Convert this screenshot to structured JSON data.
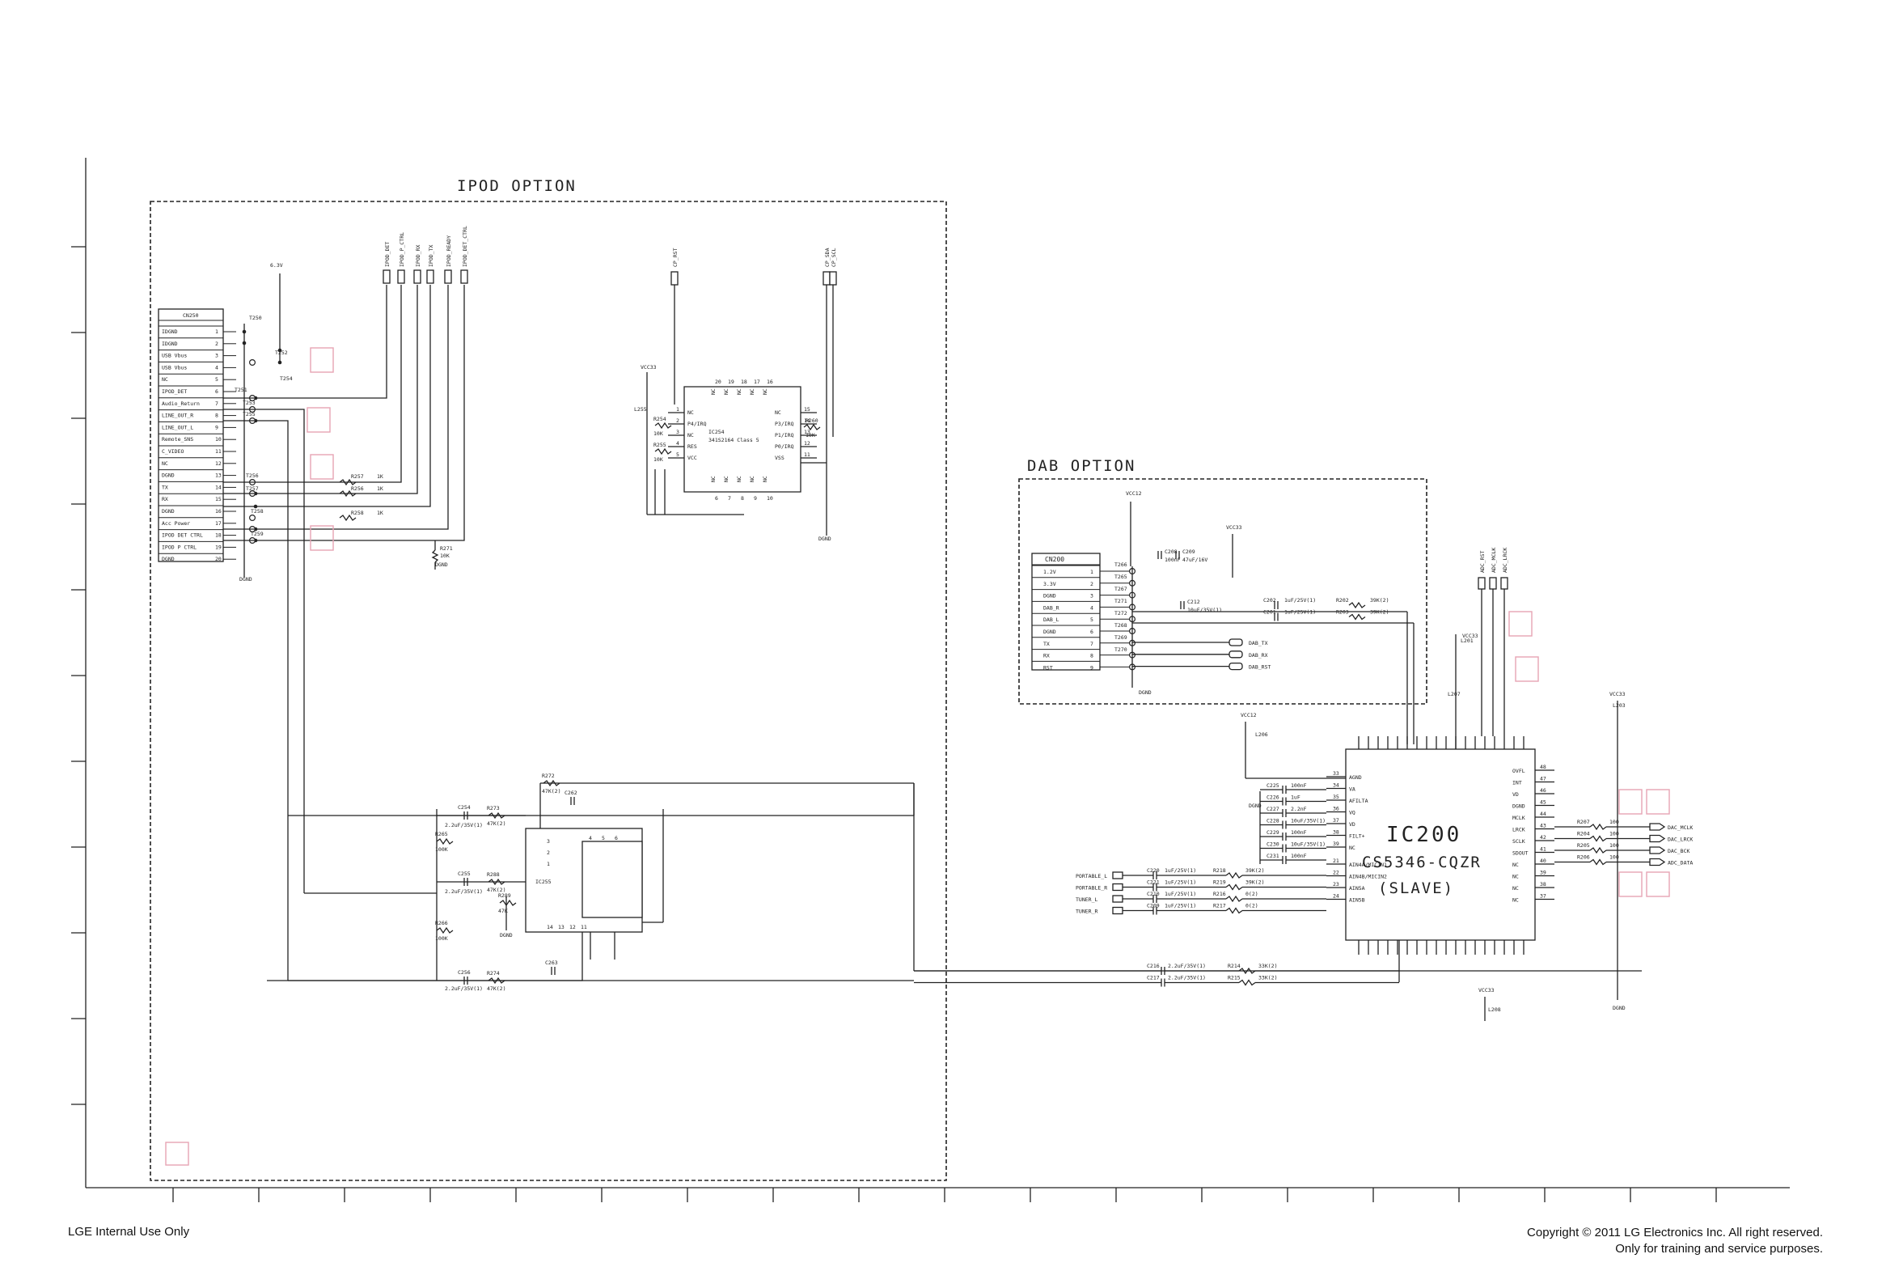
{
  "footer": {
    "left": "LGE Internal Use Only",
    "right_line1": "Copyright © 2011 LG Electronics Inc. All right reserved.",
    "right_line2": "Only for training and service purposes."
  },
  "ipod": {
    "title": "IPOD OPTION",
    "connector": {
      "name": "CN250",
      "pins": [
        "IDGND",
        "IDGND",
        "USB Vbus",
        "USB Vbus",
        "NC",
        "IPOD_DET",
        "Audio_Return",
        "LINE_OUT_R",
        "LINE_OUT_L",
        "Remote_SNS",
        "C_VIDEO",
        "NC",
        "DGND",
        "TX",
        "RX",
        "DGND",
        "Acc Power",
        "IPOD DET CTRL",
        "IPOD P CTRL",
        "DGND"
      ]
    },
    "voltage": "6.3V",
    "signals": [
      "IPOD_DET",
      "IPOD_P_CTRL",
      "IPOD_RX",
      "IPOD_TX",
      "IPOD_READY",
      "IPOD_DET_CTRL"
    ],
    "cp_rst": "CP_RST",
    "cp_pins": [
      "CP_SDA",
      "CP_SCL"
    ],
    "test_points": [
      "T250",
      "T252",
      "T254",
      "T251",
      "T253",
      "T255",
      "T256",
      "T257",
      "T258",
      "T259"
    ],
    "resistors": [
      {
        "ref": "R257",
        "val": "1K"
      },
      {
        "ref": "R256",
        "val": "1K"
      },
      {
        "ref": "R258",
        "val": "1K"
      },
      {
        "ref": "R271",
        "val": "10K"
      }
    ],
    "ground": "DGND",
    "coprocessor": {
      "ref": "IC254",
      "part": "341S2164 Class 5",
      "vcc": "VCC33",
      "left_pins": [
        {
          "num": "1",
          "name": "NC"
        },
        {
          "num": "2",
          "name": "P4/IRQ"
        },
        {
          "num": "3",
          "name": "NC"
        },
        {
          "num": "4",
          "name": "RES"
        },
        {
          "num": "5",
          "name": "VCC"
        }
      ],
      "right_pins": [
        {
          "num": "15",
          "name": "NC"
        },
        {
          "num": "14",
          "name": "P3/IRQ"
        },
        {
          "num": "13",
          "name": "P1/IRQ"
        },
        {
          "num": "12",
          "name": "P0/IRQ"
        },
        {
          "num": "11",
          "name": "VSS"
        }
      ],
      "top_pins": [
        "20",
        "19",
        "18",
        "17",
        "16"
      ],
      "bottom_pins": [
        "6",
        "7",
        "8",
        "9",
        "10"
      ],
      "resistors": [
        {
          "ref": "R254",
          "val": "10K"
        },
        {
          "ref": "R255",
          "val": "10K"
        },
        {
          "ref": "R260",
          "val": "10K"
        }
      ],
      "inductor": "L255"
    },
    "amp": {
      "ref": "IC255",
      "pins_left": [
        "3",
        "2",
        "1"
      ],
      "pins_top": [
        "4",
        "5",
        "6"
      ],
      "pins_bottom": [
        "14",
        "13",
        "12",
        "11"
      ],
      "cap_labels": [
        "2.2uF/35V(1)",
        "2.2uF/35V(1)",
        "2.2uF/35V(1)"
      ],
      "resistors": [
        {
          "ref": "R273",
          "val": "47K(2)"
        },
        {
          "ref": "R288",
          "val": "47K(2)"
        },
        {
          "ref": "R274",
          "val": "47K(2)"
        },
        {
          "ref": "R265",
          "val": "100K"
        },
        {
          "ref": "R266",
          "val": "100K"
        },
        {
          "ref": "R272",
          "val": "47K(2)"
        },
        {
          "ref": "R289",
          "val": "47K"
        }
      ],
      "caps": [
        "C254",
        "C255",
        "C256",
        "C262",
        "C263"
      ]
    }
  },
  "dab": {
    "title": "DAB OPTION",
    "connector": {
      "name": "CN200",
      "pins": [
        "1.2V",
        "3.3V",
        "DGND",
        "DAB_R",
        "DAB_L",
        "DGND",
        "TX",
        "RX",
        "RST"
      ]
    },
    "test_points": [
      "T266",
      "T265",
      "T267",
      "T271",
      "T272",
      "T268",
      "T269",
      "T270"
    ],
    "signals": [
      "DAB_TX",
      "DAB_RX",
      "DAB_RST"
    ],
    "vcc": "VCC12",
    "vcc2": "VCC33",
    "caps": [
      {
        "ref": "C208",
        "val": "100nF"
      },
      {
        "ref": "C209",
        "val": "47uF/16V"
      },
      {
        "ref": "C212",
        "val": "10uF/35V(1)"
      }
    ],
    "ground": "DGND"
  },
  "codec": {
    "ref": "IC200",
    "part": "CS5346-CQZR",
    "mode": "(SLAVE)",
    "top_signals": [
      "ADC_RST",
      "ADC_MCLK",
      "ADC_LRCK"
    ],
    "vcc": "VCC33",
    "vcc2": "VCC12",
    "left_pins": [
      {
        "num": "33",
        "name": "AGND"
      },
      {
        "num": "34",
        "name": "VA"
      },
      {
        "num": "35",
        "name": "AFILTA"
      },
      {
        "num": "36",
        "name": "VQ"
      },
      {
        "num": "37",
        "name": "VD"
      },
      {
        "num": "38",
        "name": "FILT+"
      },
      {
        "num": "39",
        "name": "NC"
      },
      {
        "num": "21",
        "name": "AIN4A/MICIN1"
      },
      {
        "num": "22",
        "name": "AIN4B/MICIN2"
      },
      {
        "num": "23",
        "name": "AIN5A"
      },
      {
        "num": "24",
        "name": "AIN5B"
      }
    ],
    "right_pins": [
      {
        "num": "48",
        "name": "OVFL"
      },
      {
        "num": "47",
        "name": "INT"
      },
      {
        "num": "46",
        "name": "VD"
      },
      {
        "num": "45",
        "name": "DGND"
      },
      {
        "num": "44",
        "name": "MCLK"
      },
      {
        "num": "43",
        "name": "LRCK"
      },
      {
        "num": "42",
        "name": "SCLK"
      },
      {
        "num": "41",
        "name": "SDOUT"
      },
      {
        "num": "40",
        "name": "NC"
      },
      {
        "num": "39",
        "name": "NC"
      },
      {
        "num": "38",
        "name": "NC"
      },
      {
        "num": "37",
        "name": "NC"
      }
    ],
    "outputs": [
      {
        "res": "R207",
        "val": "100",
        "sig": "DAC_MCLK"
      },
      {
        "res": "R204",
        "val": "100",
        "sig": "DAC_LRCK"
      },
      {
        "res": "R205",
        "val": "100",
        "sig": "DAC_BCK"
      },
      {
        "res": "R206",
        "val": "100",
        "sig": "ADC_DATA"
      }
    ],
    "inputs": [
      {
        "sig": "PORTABLE_L",
        "cap": "C220",
        "cval": "1uF/25V(1)",
        "res": "R218",
        "rval": "39K(2)"
      },
      {
        "sig": "PORTABLE_R",
        "cap": "C221",
        "cval": "1uF/25V(1)",
        "res": "R219",
        "rval": "39K(2)"
      },
      {
        "sig": "TUNER_L",
        "cap": "C210",
        "cval": "1uF/25V(1)",
        "res": "R216",
        "rval": "0(2)"
      },
      {
        "sig": "TUNER_R",
        "cap": "C209",
        "cval": "1uF/25V(1)",
        "res": "R217",
        "rval": "0(2)"
      }
    ],
    "filter_caps": [
      {
        "ref": "C225",
        "val": "100nF"
      },
      {
        "ref": "C226",
        "val": "1uF"
      },
      {
        "ref": "C227",
        "val": "2.2nF"
      },
      {
        "ref": "C228",
        "val": "10uF/35V(1)"
      },
      {
        "ref": "C229",
        "val": "100nF"
      },
      {
        "ref": "C230",
        "val": "10uF/35V(1)"
      },
      {
        "ref": "C231",
        "val": "100nF"
      }
    ],
    "dab_inputs": [
      {
        "cap": "C202",
        "cval": "1uF/25V(1)",
        "res": "R202",
        "rval": "39K(2)"
      },
      {
        "cap": "C201",
        "cval": "1uF/25V(1)",
        "res": "R203",
        "rval": "39K(2)"
      }
    ],
    "ipod_inputs": [
      {
        "cap": "C216",
        "cval": "2.2uF/35V(1)",
        "res": "R214",
        "rval": "33K(2)"
      },
      {
        "cap": "C217",
        "cval": "2.2uF/35V(1)",
        "res": "R215",
        "rval": "33K(2)"
      }
    ],
    "inductors": [
      "L206",
      "L201",
      "L203",
      "L207",
      "L208"
    ],
    "ground": "DGND"
  }
}
